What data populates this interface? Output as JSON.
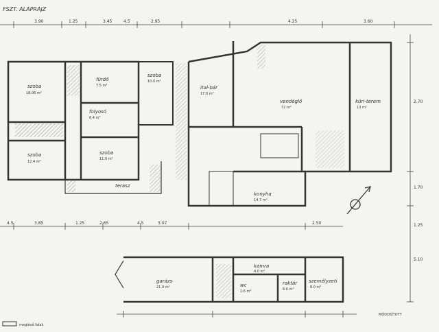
{
  "sheet": {
    "title": "FSZT. ALAPRAJZ",
    "revision_note": "MÓDOSÍTOTT",
    "legend": "meglévő falak",
    "top_dims": [
      "3.90",
      "1.25",
      "3.45",
      "4.5",
      "2.95",
      "4.25",
      "3.60"
    ],
    "mid_dims": [
      "4.5",
      "3.85",
      "1.25",
      "2.65",
      "4.5",
      "3.07",
      "2.50"
    ],
    "right_dims": [
      "2.70",
      "1.70",
      "1.25",
      "5.10"
    ]
  },
  "rooms": {
    "szoba1": {
      "name": "szoba",
      "area": "18.06 m²"
    },
    "furdo": {
      "name": "fürdő",
      "area": "7.5 m²"
    },
    "szoba2": {
      "name": "szoba",
      "area": "12.4 m²"
    },
    "szoba3": {
      "name": "szoba",
      "area": "10.0 m²"
    },
    "folyoso": {
      "name": "folyosó",
      "area": "6.4 m²"
    },
    "szoba4": {
      "name": "szoba",
      "area": "11.0 m²"
    },
    "terasz": {
      "name": "terasz"
    },
    "italbar": {
      "name": "ital-bár",
      "area": "17.0 m²"
    },
    "vendeglo": {
      "name": "vendéglő",
      "area": "72 m²"
    },
    "kuriterem": {
      "name": "küri-terem",
      "area": "13 m²"
    },
    "konyha": {
      "name": "konyha",
      "area": "14.7 m²"
    },
    "garazs": {
      "name": "garázs",
      "area": "21.0 m²"
    },
    "kamra": {
      "name": "kamra",
      "area": "4.0 m²"
    },
    "wc": {
      "name": "wc",
      "area": "1.6 m²"
    },
    "raktar": {
      "name": "raktár",
      "area": "6.6 m²"
    },
    "szemelyzet": {
      "name": "személyzeti",
      "area": "8.0 m²"
    }
  },
  "colors": {
    "ink": "#333333",
    "paper": "#f4f4f2",
    "hatch": "#555555"
  },
  "icons": {
    "north": "north-arrow-icon"
  }
}
